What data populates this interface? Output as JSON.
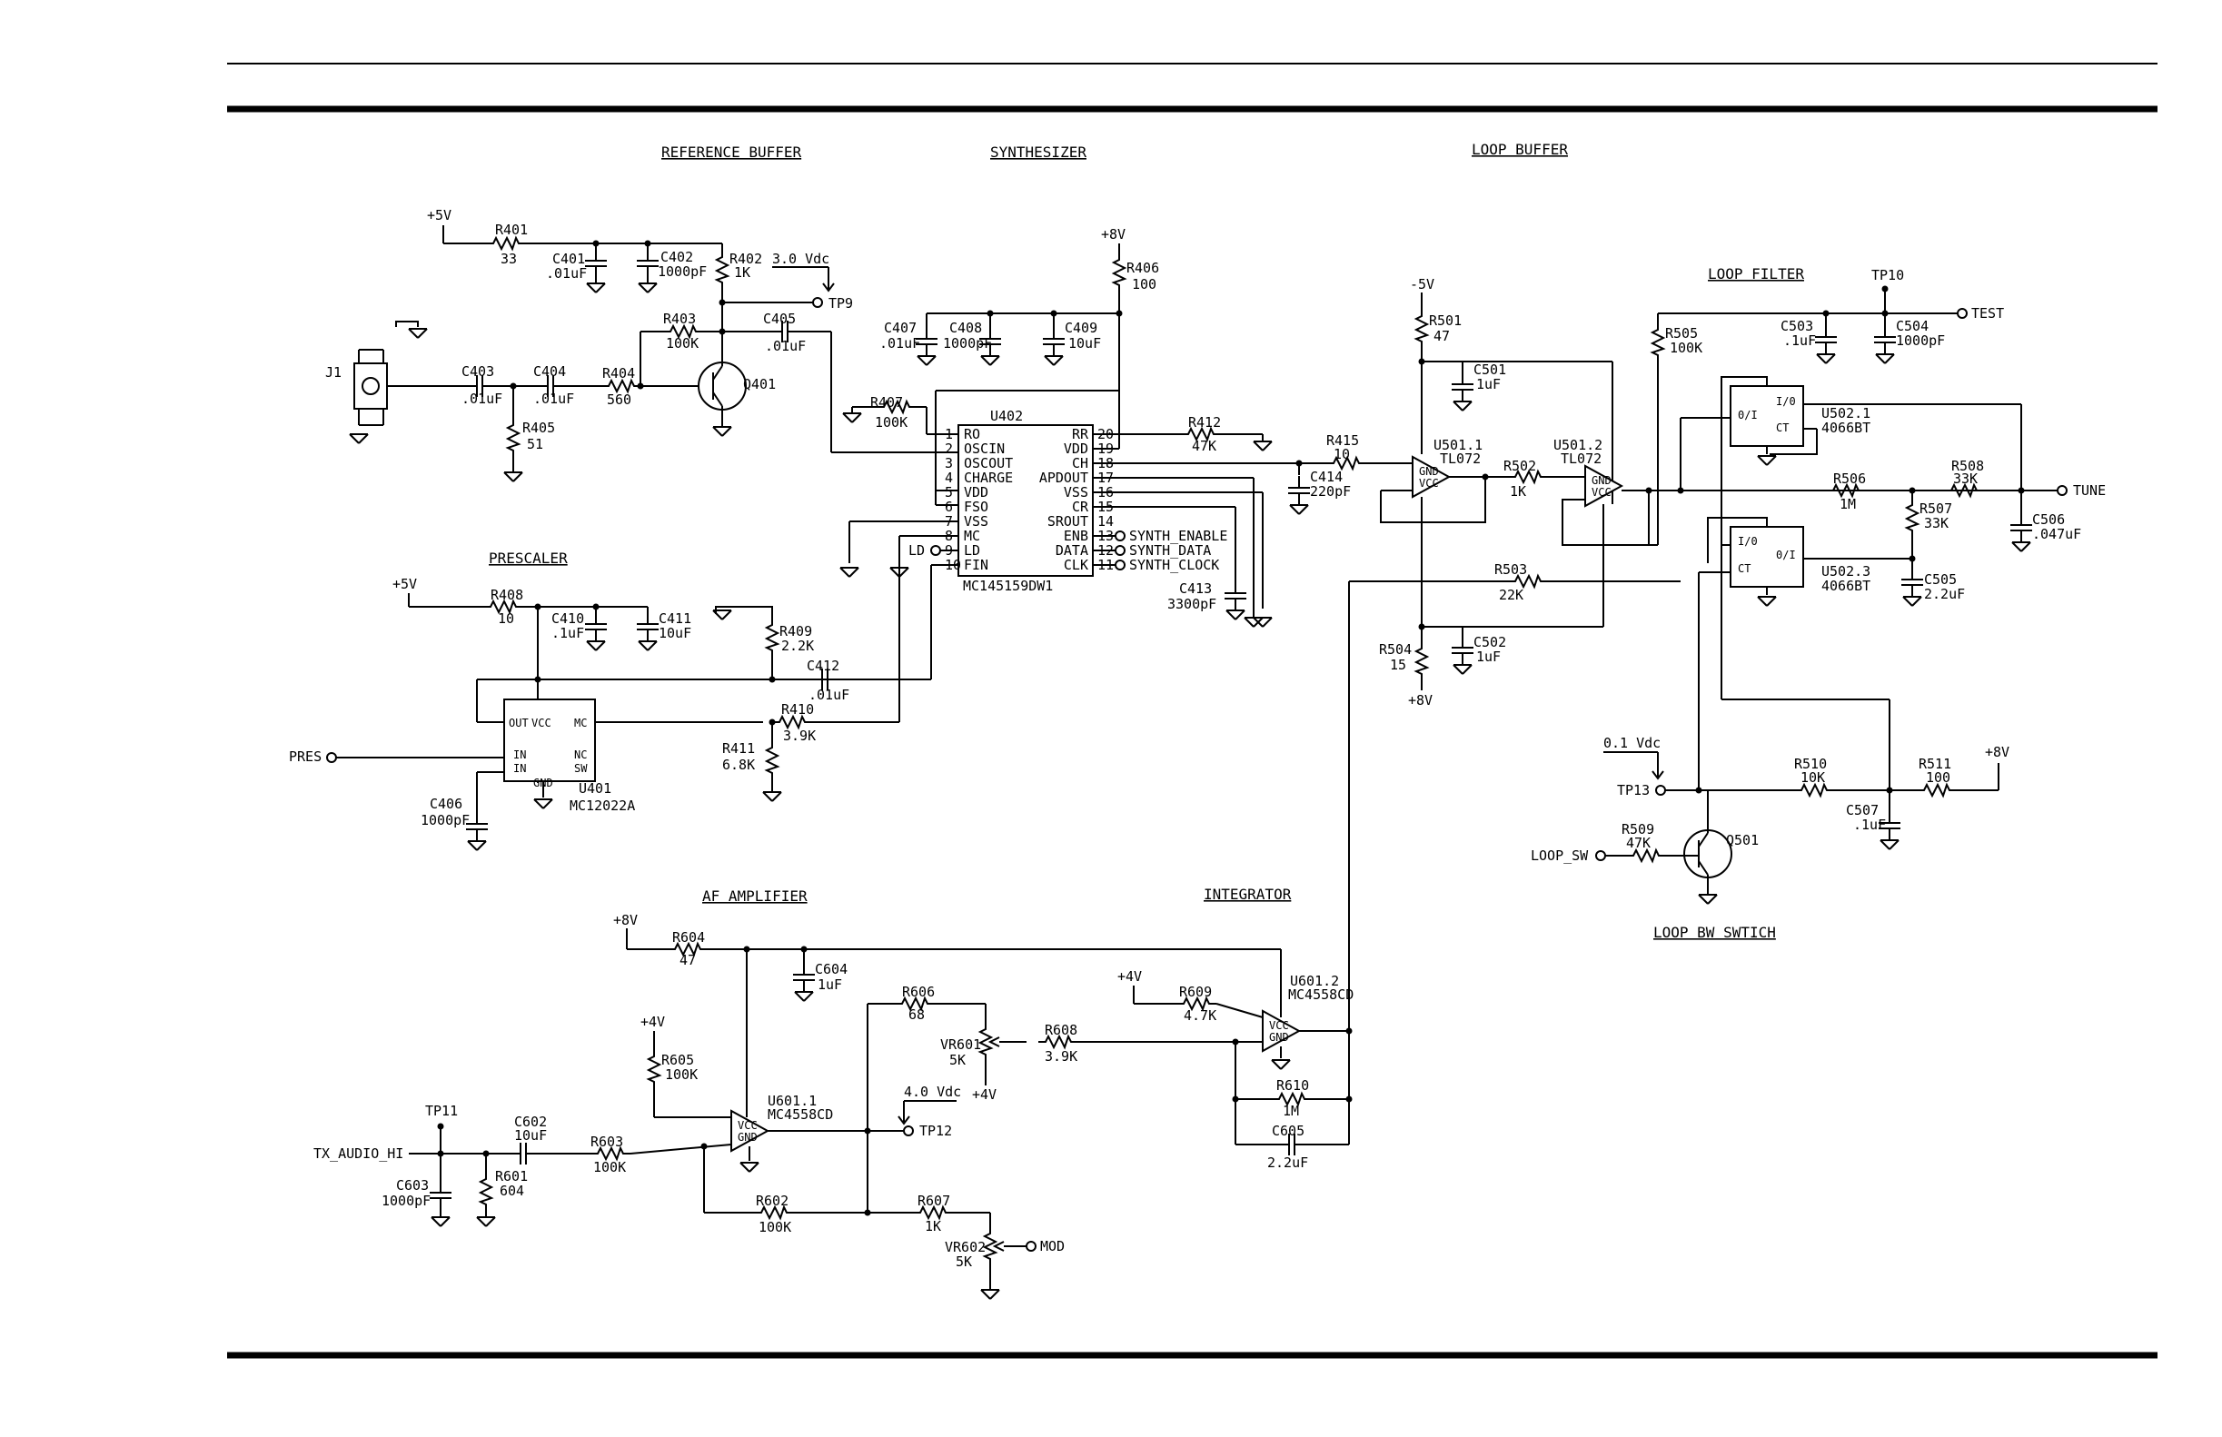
{
  "sections": {
    "reference_buffer": "REFERENCE BUFFER",
    "synthesizer": "SYNTHESIZER",
    "loop_buffer": "LOOP BUFFER",
    "loop_filter": "LOOP FILTER",
    "prescaler": "PRESCALER",
    "af_amplifier": "AF AMPLIFIER",
    "integrator": "INTEGRATOR",
    "loop_bw_switch": "LOOP BW SWTICH"
  },
  "rails": {
    "p5v_a": "+5V",
    "p5v_b": "+5V",
    "p8v_a": "+8V",
    "p8v_b": "+8V",
    "p8v_c": "+8V",
    "p8v_d": "+8V",
    "m5v": "-5V",
    "p4v_a": "+4V",
    "p4v_b": "+4V",
    "p4v_c": "+4V"
  },
  "voltages": {
    "tp9": "3.0 Vdc",
    "tp13": "0.1 Vdc",
    "tp12": "4.0 Vdc"
  },
  "test_points": {
    "tp9": "TP9",
    "tp10": "TP10",
    "tp11": "TP11",
    "tp12": "TP12",
    "tp13": "TP13",
    "test": "TEST",
    "tune": "TUNE",
    "pres": "PRES",
    "loop_sw": "LOOP_SW",
    "tx_audio_hi": "TX_AUDIO_HI",
    "mod": "MOD",
    "ld": "LD",
    "j1": "J1"
  },
  "components": {
    "r401": [
      "R401",
      "33"
    ],
    "c401": [
      "C401",
      ".01uF"
    ],
    "c402": [
      "C402",
      "1000pF"
    ],
    "r402": [
      "R402",
      "1K"
    ],
    "r403": [
      "R403",
      "100K"
    ],
    "c405": [
      "C405",
      ".01uF"
    ],
    "c403": [
      "C403",
      ".01uF"
    ],
    "c404": [
      "C404",
      ".01uF"
    ],
    "r404": [
      "R404",
      "560"
    ],
    "r405": [
      "R405",
      "51"
    ],
    "q401": [
      "Q401",
      ""
    ],
    "r406": [
      "R406",
      "100"
    ],
    "c407": [
      "C407",
      ".01uF"
    ],
    "c408": [
      "C408",
      "1000pF"
    ],
    "c409": [
      "C409",
      "10uF"
    ],
    "r407": [
      "R407",
      "100K"
    ],
    "r412": [
      "R412",
      "47K"
    ],
    "c413": [
      "C413",
      "3300pF"
    ],
    "r415": [
      "R415",
      "10"
    ],
    "c414": [
      "C414",
      "220pF"
    ],
    "r501": [
      "R501",
      "47"
    ],
    "c501": [
      "C501",
      "1uF"
    ],
    "r502": [
      "R502",
      "1K"
    ],
    "r503": [
      "R503",
      "22K"
    ],
    "r504": [
      "R504",
      "15"
    ],
    "c502": [
      "C502",
      "1uF"
    ],
    "r505": [
      "R505",
      "100K"
    ],
    "c503": [
      "C503",
      ".1uF"
    ],
    "c504": [
      "C504",
      "1000pF"
    ],
    "r506": [
      "R506",
      "1M"
    ],
    "r508": [
      "R508",
      "33K"
    ],
    "r507": [
      "R507",
      "33K"
    ],
    "c506": [
      "C506",
      ".047uF"
    ],
    "c505": [
      "C505",
      "2.2uF"
    ],
    "r510": [
      "R510",
      "10K"
    ],
    "r511": [
      "R511",
      "100"
    ],
    "c507": [
      "C507",
      ".1uF"
    ],
    "r509": [
      "R509",
      "47K"
    ],
    "q501": [
      "Q501",
      ""
    ],
    "r408": [
      "R408",
      "10"
    ],
    "c410": [
      "C410",
      ".1uF"
    ],
    "c411": [
      "C411",
      "10uF"
    ],
    "r409": [
      "R409",
      "2.2K"
    ],
    "c412": [
      "C412",
      ".01uF"
    ],
    "r410": [
      "R410",
      "3.9K"
    ],
    "r411": [
      "R411",
      "6.8K"
    ],
    "c406": [
      "C406",
      "1000pF"
    ],
    "r604": [
      "R604",
      "47"
    ],
    "c604": [
      "C604",
      "1uF"
    ],
    "r606": [
      "R606",
      "68"
    ],
    "vr601": [
      "VR601",
      "5K"
    ],
    "r608": [
      "R608",
      "3.9K"
    ],
    "r609": [
      "R609",
      "4.7K"
    ],
    "r610": [
      "R610",
      "1M"
    ],
    "c605": [
      "C605",
      "2.2uF"
    ],
    "r605": [
      "R605",
      "100K"
    ],
    "c602": [
      "C602",
      "10uF"
    ],
    "r603": [
      "R603",
      "100K"
    ],
    "c603": [
      "C603",
      "1000pF"
    ],
    "r601": [
      "R601",
      "604"
    ],
    "r602": [
      "R602",
      "100K"
    ],
    "r607": [
      "R607",
      "1K"
    ],
    "vr602": [
      "VR602",
      "5K"
    ]
  },
  "ics": {
    "u402": {
      "ref": "U402",
      "part": "MC145159DW1",
      "left_pins": [
        [
          "1",
          "RO"
        ],
        [
          "2",
          "OSCIN"
        ],
        [
          "3",
          "OSCOUT"
        ],
        [
          "4",
          "CHARGE"
        ],
        [
          "5",
          "VDD"
        ],
        [
          "6",
          "FSO"
        ],
        [
          "7",
          "VSS"
        ],
        [
          "8",
          "MC"
        ],
        [
          "9",
          "LD"
        ],
        [
          "10",
          "FIN"
        ]
      ],
      "right_pins": [
        [
          "20",
          "RR"
        ],
        [
          "19",
          "VDD"
        ],
        [
          "18",
          "CH"
        ],
        [
          "17",
          "APDOUT"
        ],
        [
          "16",
          "VSS"
        ],
        [
          "15",
          "CR"
        ],
        [
          "14",
          "SROUT"
        ],
        [
          "13",
          "ENB"
        ],
        [
          "12",
          "DATA"
        ],
        [
          "11",
          "CLK"
        ]
      ]
    },
    "u401": {
      "ref": "U401",
      "part": "MC12022A"
    },
    "u501_1": {
      "ref": "U501.1",
      "part": "TL072"
    },
    "u501_2": {
      "ref": "U501.2",
      "part": "TL072"
    },
    "u502_1": {
      "ref": "U502.1",
      "part": "4066BT"
    },
    "u502_3": {
      "ref": "U502.3",
      "part": "4066BT"
    },
    "u601_1": {
      "ref": "U601.1",
      "part": "MC4558CD"
    },
    "u601_2": {
      "ref": "U601.2",
      "part": "MC4558CD"
    }
  },
  "synth_signals": {
    "enable": "SYNTH_ENABLE",
    "data": "SYNTH_DATA",
    "clock": "SYNTH_CLOCK"
  }
}
